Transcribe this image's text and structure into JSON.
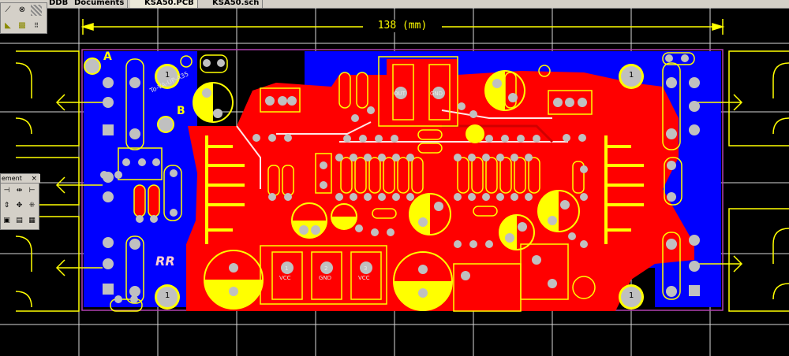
{
  "tabs": [
    "DDB",
    "Documents",
    "KSA50.PCB",
    "KSA50.sch"
  ],
  "dimension": {
    "label": "138 (mm)"
  },
  "silkscreen": {
    "mark_a": "A",
    "mark_b": "B",
    "logo_rr": "RR",
    "board_name": "To-VA-UP-A35"
  },
  "connector_labels": {
    "vcc_left_num": "1",
    "vcc_left": "VCC",
    "gnd_num": "2",
    "gnd": "GND",
    "vcc_right_num": "3",
    "vcc_right": "VCC",
    "top_out": "OUT",
    "top_gnd": "GND"
  },
  "mount_holes": [
    "1",
    "1",
    "1",
    "1"
  ],
  "panels": {
    "placement_title": "ement",
    "placement_close": "×"
  },
  "colors": {
    "background": "#000000",
    "top_copper": "#ff0000",
    "bottom_copper": "#0000ff",
    "silkscreen": "#ffff00",
    "pads": "#c0c0c0"
  }
}
